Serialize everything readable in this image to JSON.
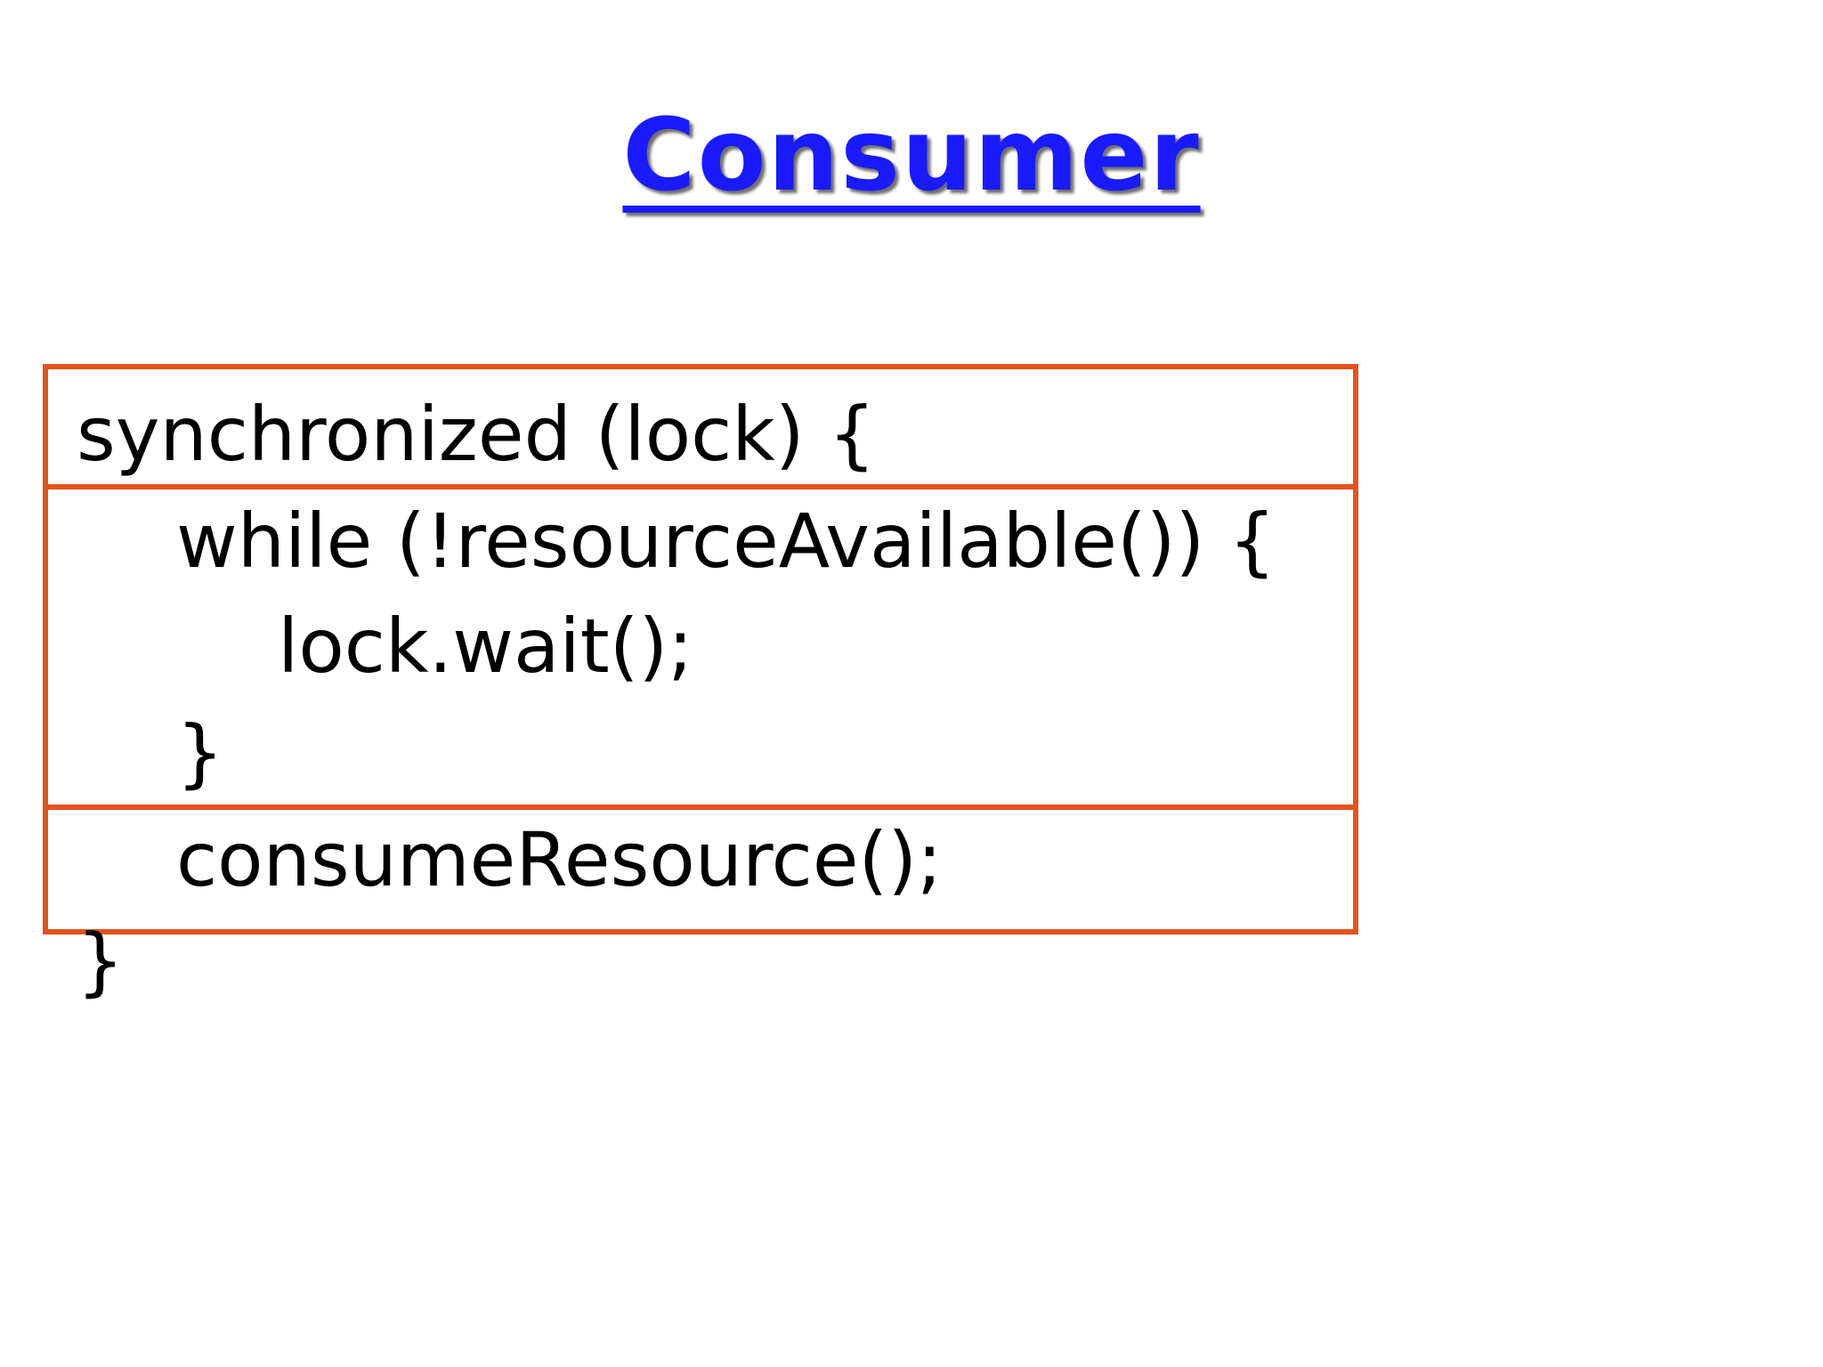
{
  "slide": {
    "title": "Consumer",
    "title_color": "#1a1aff",
    "box_color": "#e4531c"
  },
  "code": {
    "line1": "synchronized (lock) {",
    "line2": "while (!resourceAvailable()) {",
    "line3": "lock.wait();",
    "line4": "}",
    "line5": "consumeResource();",
    "line6": "}"
  }
}
